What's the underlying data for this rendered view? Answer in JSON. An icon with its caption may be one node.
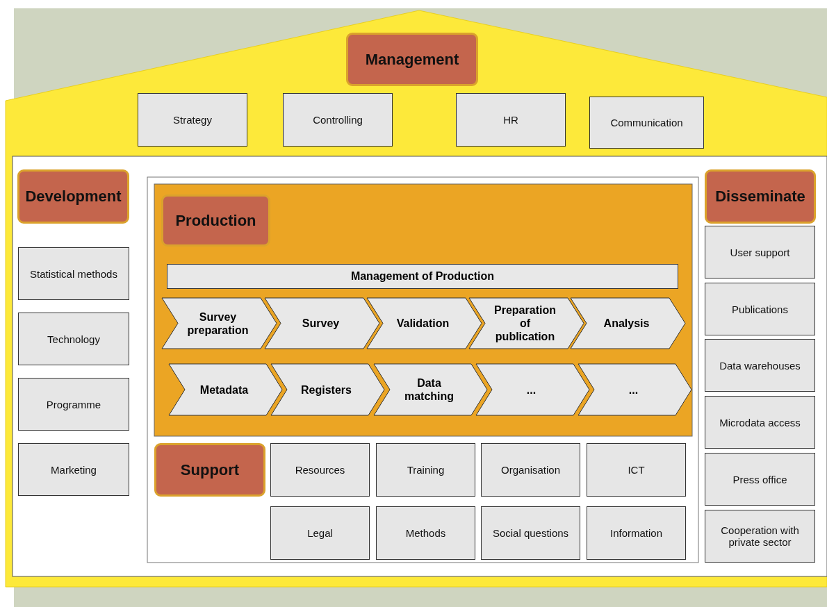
{
  "diagram": {
    "nodes": [
      {
        "text": [
          "Management"
        ]
      },
      {
        "text": [
          "Strategy"
        ]
      },
      {
        "text": [
          "Controlling"
        ]
      },
      {
        "text": [
          "HR"
        ]
      },
      {
        "text": [
          "Communication"
        ]
      },
      {
        "text": [
          "Development"
        ]
      },
      {
        "text": [
          "Statistical methods"
        ]
      },
      {
        "text": [
          "Technology"
        ]
      },
      {
        "text": [
          "Programme"
        ]
      },
      {
        "text": [
          "Marketing"
        ]
      },
      {
        "text": [
          "Production"
        ]
      },
      {
        "text": [
          "Management of Production"
        ]
      },
      {
        "text": [
          "Survey preparation"
        ]
      },
      {
        "text": [
          "Survey"
        ]
      },
      {
        "text": [
          "Validation"
        ]
      },
      {
        "text": [
          "Preparation of publication"
        ]
      },
      {
        "text": [
          "Analysis"
        ]
      },
      {
        "text": [
          "Metadata"
        ]
      },
      {
        "text": [
          "Registers"
        ]
      },
      {
        "text": [
          "Data matching"
        ]
      },
      {
        "text": [
          "..."
        ]
      },
      {
        "text": [
          "..."
        ]
      },
      {
        "text": [
          "Support"
        ]
      },
      {
        "text": [
          "Resources"
        ]
      },
      {
        "text": [
          "Training"
        ]
      },
      {
        "text": [
          "Organisation"
        ]
      },
      {
        "text": [
          "ICT"
        ]
      },
      {
        "text": [
          "Legal"
        ]
      },
      {
        "text": [
          "Methods"
        ]
      },
      {
        "text": [
          "Social questions"
        ]
      },
      {
        "text": [
          "Information"
        ]
      },
      {
        "text": [
          "Disseminate"
        ]
      },
      {
        "text": [
          "User support"
        ]
      },
      {
        "text": [
          "Publications"
        ]
      },
      {
        "text": [
          "Data warehouses"
        ]
      },
      {
        "text": [
          "Microdata access"
        ]
      },
      {
        "text": [
          "Press office"
        ]
      },
      {
        "text": [
          "Cooperation with private sector"
        ]
      }
    ]
  }
}
